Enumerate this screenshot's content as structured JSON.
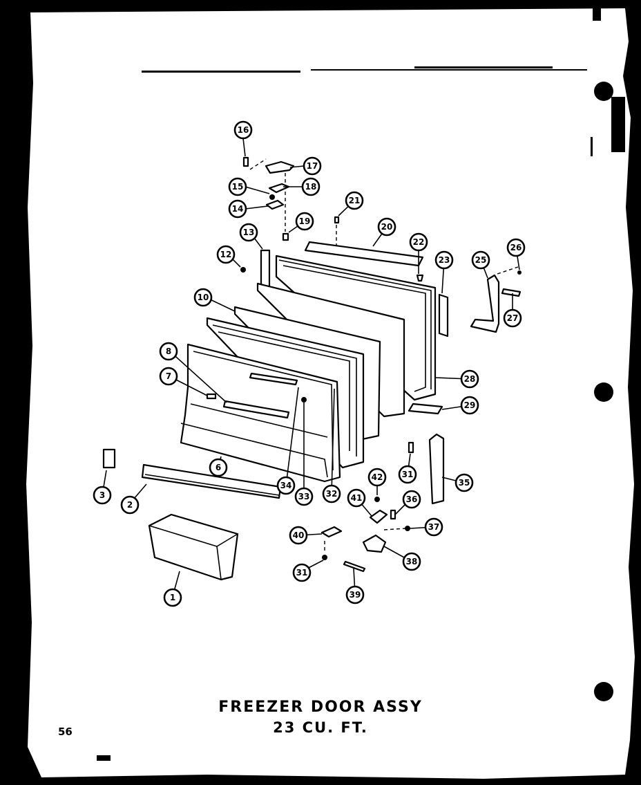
{
  "diagram": {
    "title_line1": "FREEZER DOOR ASSY",
    "title_line2": "23 CU. FT.",
    "page_number": "56",
    "callouts": [
      "16",
      "17",
      "15",
      "18",
      "14",
      "19",
      "21",
      "20",
      "22",
      "13",
      "12",
      "23",
      "25",
      "26",
      "27",
      "10",
      "28",
      "29",
      "8",
      "7",
      "6",
      "31",
      "35",
      "3",
      "2",
      "42",
      "41",
      "36",
      "34",
      "33",
      "32",
      "40",
      "37",
      "31",
      "38",
      "1",
      "39"
    ]
  }
}
